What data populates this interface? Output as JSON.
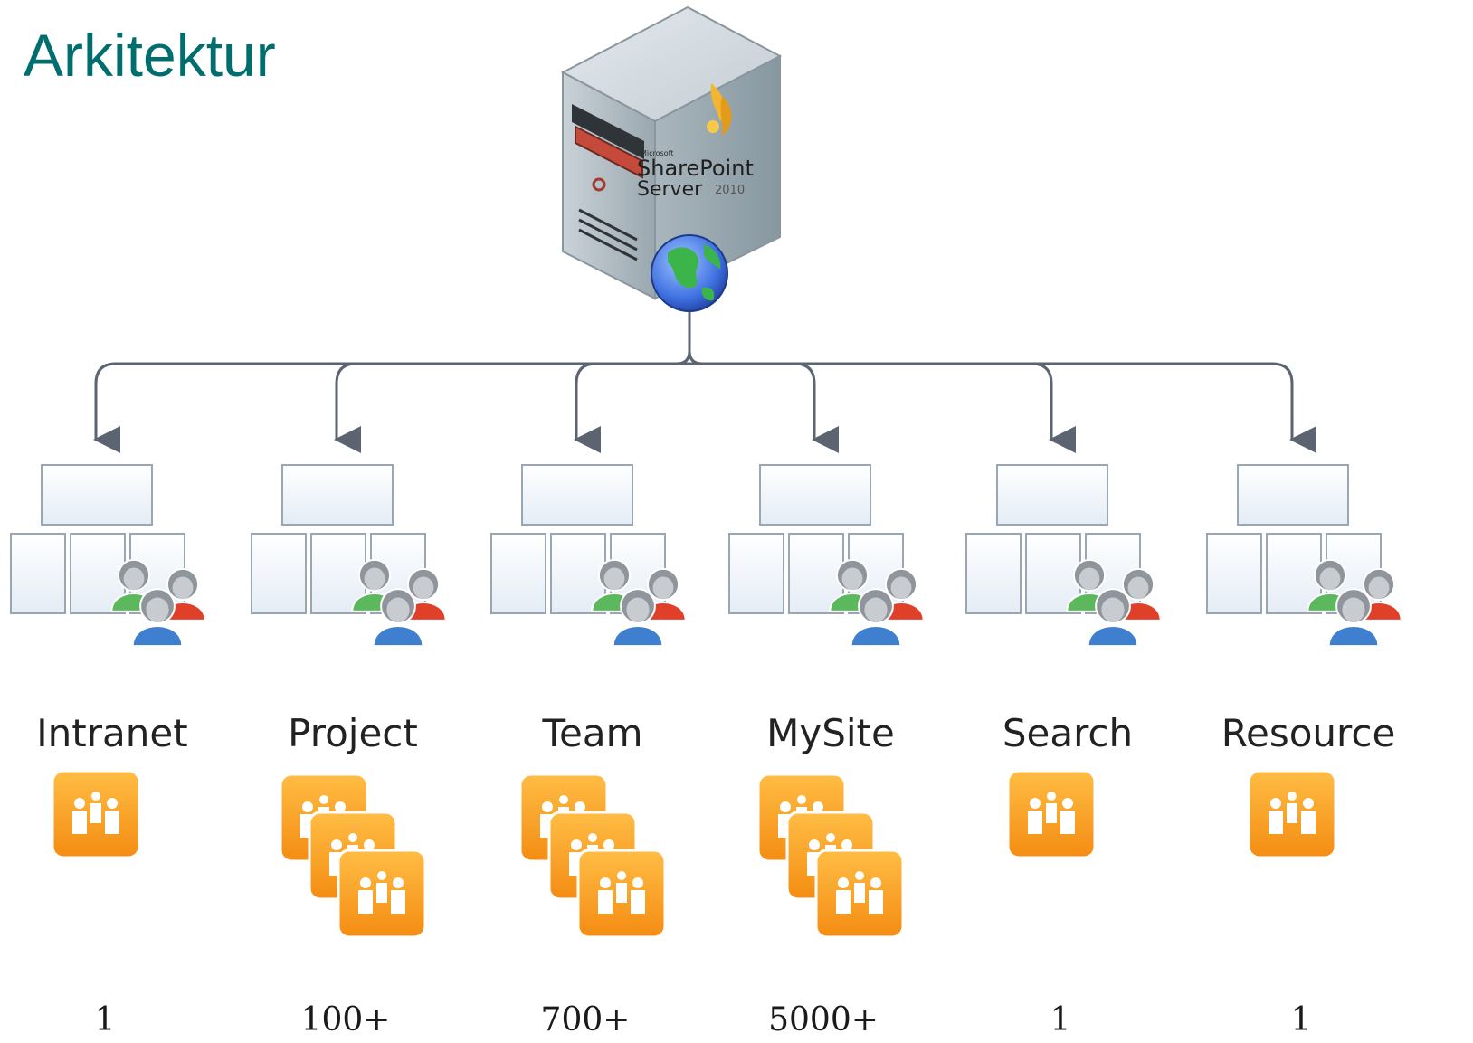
{
  "title": "Arkitektur",
  "server": {
    "brand_small": "Microsoft",
    "brand_line1": "SharePoint",
    "brand_line2": "Server",
    "brand_year": "2010",
    "icon": "server-icon",
    "globe_icon": "globe-icon"
  },
  "columns": [
    {
      "label": "Intranet",
      "count": "1",
      "stack": 1
    },
    {
      "label": "Project",
      "count": "100+",
      "stack": 3
    },
    {
      "label": "Team",
      "count": "700+",
      "stack": 3
    },
    {
      "label": "MySite",
      "count": "5000+",
      "stack": 3
    },
    {
      "label": "Search",
      "count": "1",
      "stack": 1
    },
    {
      "label": "Resource",
      "count": "1",
      "stack": 1
    }
  ],
  "colors": {
    "title": "#006E6E",
    "connector": "#5b6470",
    "site_box_border": "#9aa6b2",
    "site_box_fill": "#eef3f8",
    "tile_orange": "#F7A21B",
    "user_green": "#5cb85c",
    "user_red": "#e0402a",
    "user_blue": "#3f7fd0"
  }
}
